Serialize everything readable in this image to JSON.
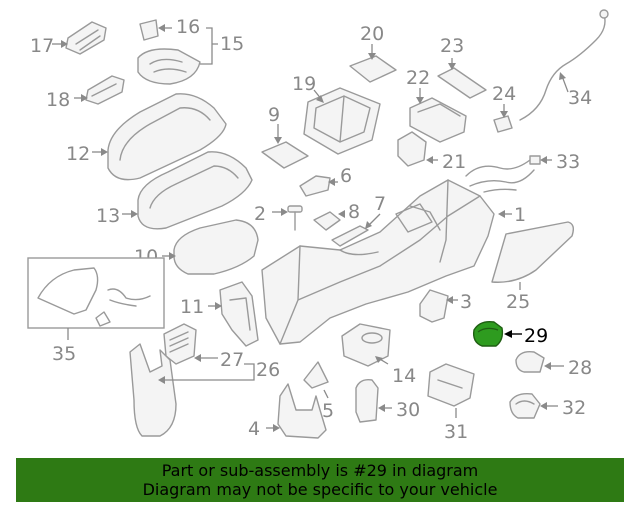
{
  "callouts": {
    "c1": "1",
    "c2": "2",
    "c3": "3",
    "c4": "4",
    "c5": "5",
    "c6": "6",
    "c7": "7",
    "c8": "8",
    "c9": "9",
    "c10": "10",
    "c11": "11",
    "c12": "12",
    "c13": "13",
    "c14": "14",
    "c15": "15",
    "c16": "16",
    "c17": "17",
    "c18": "18",
    "c19": "19",
    "c20": "20",
    "c21": "21",
    "c22": "22",
    "c23": "23",
    "c24": "24",
    "c25": "25",
    "c26": "26",
    "c27": "27",
    "c28": "28",
    "c29": "29",
    "c30": "30",
    "c31": "31",
    "c32": "32",
    "c33": "33",
    "c34": "34",
    "c35": "35"
  },
  "highlight": {
    "part_number": "29",
    "color": "#2e9b1f"
  },
  "banner": {
    "line1": "Part or sub-assembly is #29 in diagram",
    "line2": "Diagram may not be specific to your vehicle",
    "background": "#2e7a14"
  }
}
